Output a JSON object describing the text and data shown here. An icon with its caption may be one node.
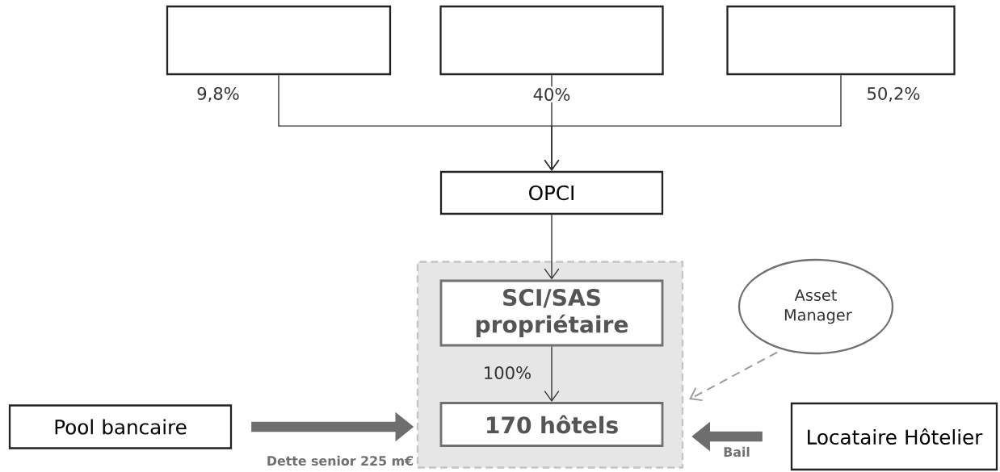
{
  "diagram": {
    "nodes": [
      {
        "text": [],
        "shape": "box"
      },
      {
        "text": [],
        "shape": "box"
      },
      {
        "text": [],
        "shape": "box"
      },
      {
        "text": [
          "OPCI"
        ]
      },
      {
        "text": [],
        "shape": "box"
      },
      {
        "text": [
          "SCI/SAS propriétaire"
        ],
        "in": 4
      },
      {
        "text": [
          "170 hôtels"
        ],
        "in": 4
      },
      {
        "text": [
          "Asset Manager"
        ]
      },
      {
        "text": [
          "Pool bancaire"
        ]
      },
      {
        "text": [
          "Locataire Hôtelier"
        ]
      }
    ],
    "edges": [
      {
        "from": 0,
        "to": 3,
        "arrow": "to",
        "label": "9,8%"
      },
      {
        "from": 1,
        "to": 3,
        "arrow": "to",
        "label": "40%"
      },
      {
        "from": 2,
        "to": 3,
        "arrow": "to",
        "label": "50,2%"
      },
      {
        "from": 3,
        "to": 5,
        "arrow": "to"
      },
      {
        "from": 5,
        "to": 6,
        "arrow": "to",
        "label": "100%"
      },
      {
        "from": 7,
        "to": 4,
        "arrow": "to",
        "style": "dashed",
        "color": "#999999"
      },
      {
        "from": 8,
        "to": 4,
        "arrow": "to",
        "style": "thick",
        "color": "#6e6e6e",
        "label": "Dette senior 225 m€"
      },
      {
        "from": 9,
        "to": 4,
        "arrow": "to",
        "style": "thick",
        "color": "#6e6e6e",
        "label": "Bail"
      }
    ]
  }
}
